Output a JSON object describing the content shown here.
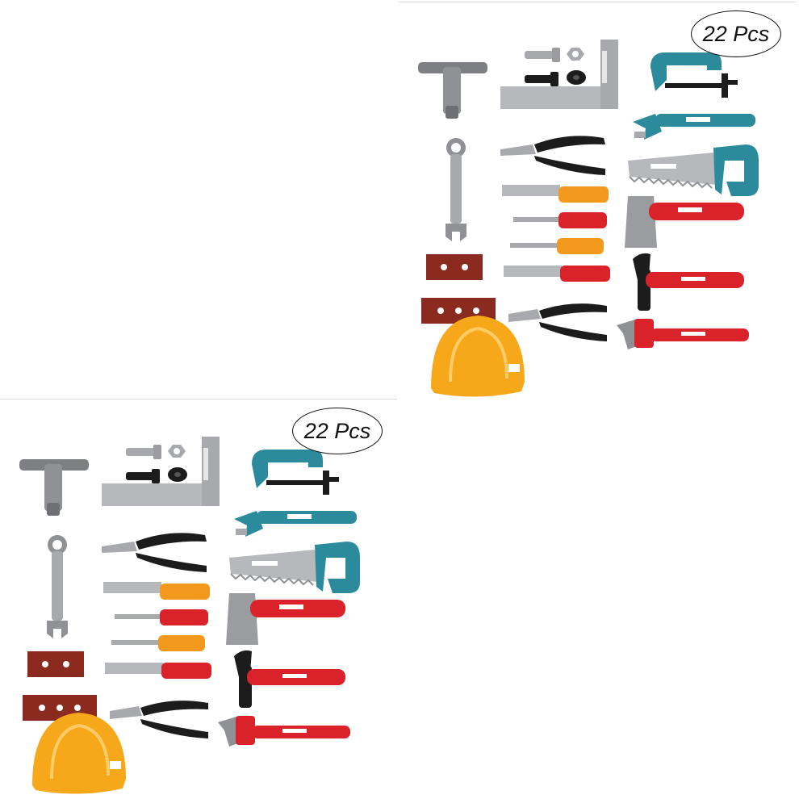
{
  "badge": {
    "text": "22 Pcs"
  },
  "colors": {
    "teal": "#2b8a9c",
    "orange": "#f39a1e",
    "red": "#d9222a",
    "black": "#1c1c1c",
    "steel": "#a7a9ac",
    "brown": "#8b2a1f",
    "helmet": "#f7a71a"
  },
  "panels": [
    {
      "position": "top-right"
    },
    {
      "position": "bottom-left"
    }
  ]
}
